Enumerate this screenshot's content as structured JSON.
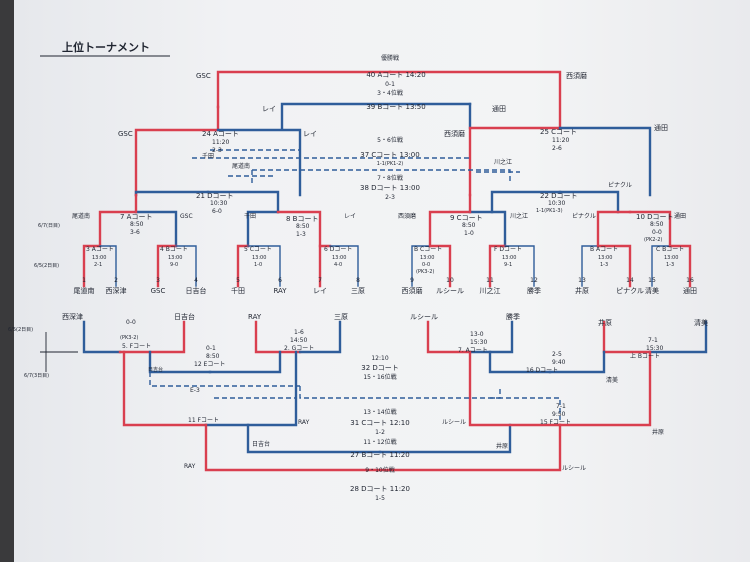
{
  "title": "上位トーナメント",
  "colors": {
    "red": "#d93f4f",
    "blue": "#2f5d9a",
    "dash": "#2f5d9a",
    "ink": "#1f2430",
    "paper": "#f1f2f4"
  },
  "top": {
    "final": {
      "title": "優勝戦",
      "match": "40 Aコート 14:20",
      "score": "0-1"
    },
    "third": {
      "title": "3・4位戦",
      "match": "39 Bコート 13:50"
    },
    "fifth": {
      "title": "5・6位戦",
      "match": "37 Cコート 13:00",
      "score": "1-1(PK1-2)"
    },
    "seventh": {
      "title": "7・8位戦",
      "match": "38 Dコート 13:00",
      "score": "2-3"
    },
    "semi_left": {
      "match": "24 Aコート",
      "time": "11:20",
      "score": "2-3"
    },
    "semi_right": {
      "match": "25 Cコート",
      "time": "11:20",
      "score": "2-6"
    },
    "qf1": {
      "match": "21 Dコート",
      "time": "10:30",
      "score": "6-0"
    },
    "qf2": {
      "match": "22 Dコート",
      "time": "10:30",
      "score": "1-1(PK1-3)"
    },
    "r1": {
      "match": "7 Aコート",
      "time": "8:50",
      "score": "3-6"
    },
    "r2": {
      "match": "8 Bコート",
      "time": "8:50",
      "score": "1-3"
    },
    "r3": {
      "match": "9 Cコート",
      "time": "8:50",
      "score": "1-0"
    },
    "r4": {
      "match": "10 Dコート",
      "time": "8:50",
      "score": "0-0",
      "pk": "(PK2-2)"
    },
    "m1": {
      "match": "3 Aコート",
      "time": "13:00",
      "score": "2-1"
    },
    "m2": {
      "match": "4 Bコート",
      "time": "13:00",
      "score": "9-0"
    },
    "m3": {
      "match": "5 Cコート",
      "time": "13:00",
      "score": "1-0"
    },
    "m4": {
      "match": "6 Dコート",
      "time": "13:00",
      "score": "4-0"
    },
    "m5": {
      "match": "B Cコート",
      "time": "13:00",
      "score": "0-0",
      "pk": "(PK3-2)"
    },
    "m6": {
      "match": "F Dコート",
      "time": "13:00",
      "score": "9-1"
    },
    "m7": {
      "match": "B Aコート",
      "time": "13:00",
      "score": "1-3"
    },
    "m8": {
      "match": "C Bコート",
      "time": "13:00",
      "score": "1-3"
    },
    "seeds": [
      "1",
      "2",
      "3",
      "4",
      "5",
      "6",
      "7",
      "8",
      "9",
      "10",
      "11",
      "12",
      "13",
      "14",
      "15",
      "16"
    ],
    "teams": [
      "尾道南",
      "西深津",
      "GSC",
      "日吉台",
      "千田",
      "RAY",
      "レイ",
      "三原",
      "西須磨",
      "ルシール",
      "川之江",
      "勝季",
      "井原",
      "ピナクル",
      "清美",
      "通田"
    ],
    "branch_labels": {
      "gsc_top": "GSC",
      "nishisuma_top": "西須磨",
      "rei": "レイ",
      "michida_top": "通田",
      "gsc_mid": "GSC",
      "rei_mid": "レイ",
      "nishisuma_mid": "西須磨",
      "michida_mid": "通田",
      "chida_mid": "千田",
      "onomichi_mid": "尾道南",
      "kawanoe_mid": "川之江",
      "pinacle_mid": "ピナクル",
      "onomichi_r1": "尾道南",
      "gsc_r1": "GSC",
      "chida_r1": "千田",
      "rei_r1": "レイ",
      "nishisuma_r1": "西須磨",
      "kawanoe_r1": "川之江",
      "pinacle_r1": "ピナクル",
      "michida_r1": "通田"
    },
    "dates": {
      "d1": "6/7(日目)",
      "d2": "6/5(2日目)"
    }
  },
  "bottom": {
    "legend": {
      "a": "6/5(2日目)",
      "b": "6/7(3日目)"
    },
    "teams_left": [
      "西深津",
      "日吉台",
      "RAY",
      "三原"
    ],
    "teams_right": [
      "ルシール",
      "勝季",
      "井原",
      "清美"
    ],
    "l1": {
      "score": "0-0",
      "pk": "(PK3-2)",
      "match": "5. Fコート"
    },
    "l2": {
      "score": "1-6",
      "time": "14:50",
      "match": "2. Gコート"
    },
    "l3": {
      "score": "0-1",
      "time": "8:50",
      "match": "12 Eコート"
    },
    "l4": {
      "match": "11 Fコート"
    },
    "r1": {
      "score": "13-0",
      "time": "15:30",
      "match": "7. Aコート"
    },
    "r2": {
      "score": "7-1",
      "time": "15:30",
      "match": "上 Bコート"
    },
    "r3": {
      "score": "2-5",
      "time": "9:40",
      "match": "16 Dコート"
    },
    "r4": {
      "match": "15 Fコート",
      "score": "7-1",
      "time": "9:50"
    },
    "c32": {
      "time": "12:10",
      "match": "32 Dコート",
      "title": "15・16位戦"
    },
    "c31": {
      "title": "13・14位戦",
      "match": "31 Cコート 12:10",
      "score": "1-2"
    },
    "c27": {
      "title": "11・12位戦",
      "match": "27 Bコート 11:20"
    },
    "c28": {
      "title": "9・10位戦",
      "match": "28 Dコート 11:20",
      "score": "1-5"
    },
    "labels": {
      "nishifukatsu": "西深津",
      "ray": "RAY",
      "hiyoshidai": "日吉台",
      "hiyoshidai2": "日吉台",
      "mihara": "三原",
      "rushiru": "ルシール",
      "rushiru2": "ルシール",
      "ibara": "井原",
      "kiyomi": "清美",
      "ibara2": "井原",
      "ray_bottom": "RAY",
      "rushiru_bottom": "ルシール",
      "e3": "E-3"
    }
  }
}
